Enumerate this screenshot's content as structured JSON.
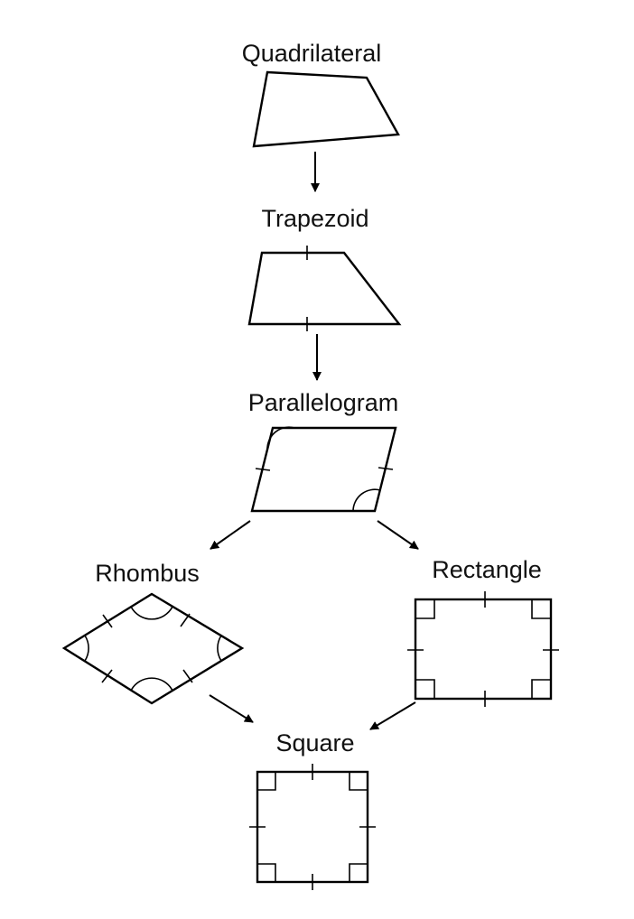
{
  "labels": {
    "quadrilateral": "Quadrilateral",
    "trapezoid": "Trapezoid",
    "parallelogram": "Parallelogram",
    "rhombus": "Rhombus",
    "rectangle": "Rectangle",
    "square": "Square"
  }
}
